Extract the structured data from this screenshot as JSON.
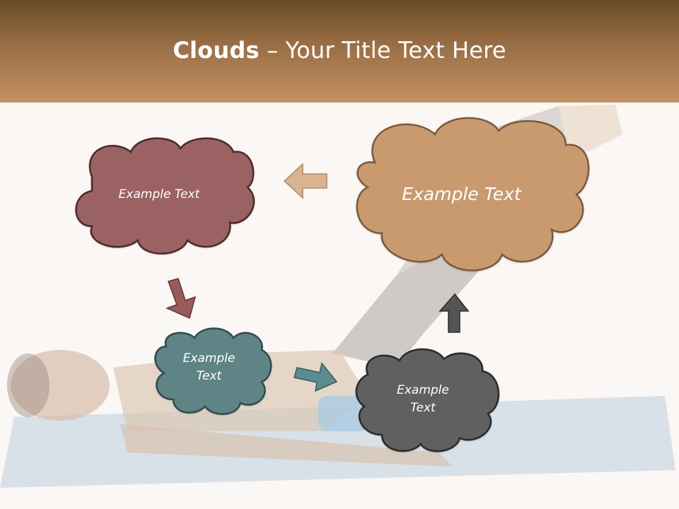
{
  "title": {
    "bold": "Clouds",
    "dash": " – ",
    "rest": "Your Title Text Here"
  },
  "clouds": [
    {
      "text": "Example Text",
      "color": "#9a6262"
    },
    {
      "text": "Example Text",
      "color": "#c99a6e"
    },
    {
      "text": "Example Text",
      "color": "#5f8486"
    },
    {
      "text": "Example Text",
      "color": "#606060"
    }
  ],
  "arrows": [
    {
      "icon": "arrow-left-icon",
      "color": "#d8b490"
    },
    {
      "icon": "arrow-down-right-icon",
      "color": "#9b5a5a"
    },
    {
      "icon": "arrow-right-icon",
      "color": "#5b8d90"
    },
    {
      "icon": "arrow-up-icon",
      "color": "#555555"
    }
  ],
  "colors": {
    "header_top": "#6a4a28",
    "header_bottom": "#c49062",
    "background": "#faf7f4"
  }
}
